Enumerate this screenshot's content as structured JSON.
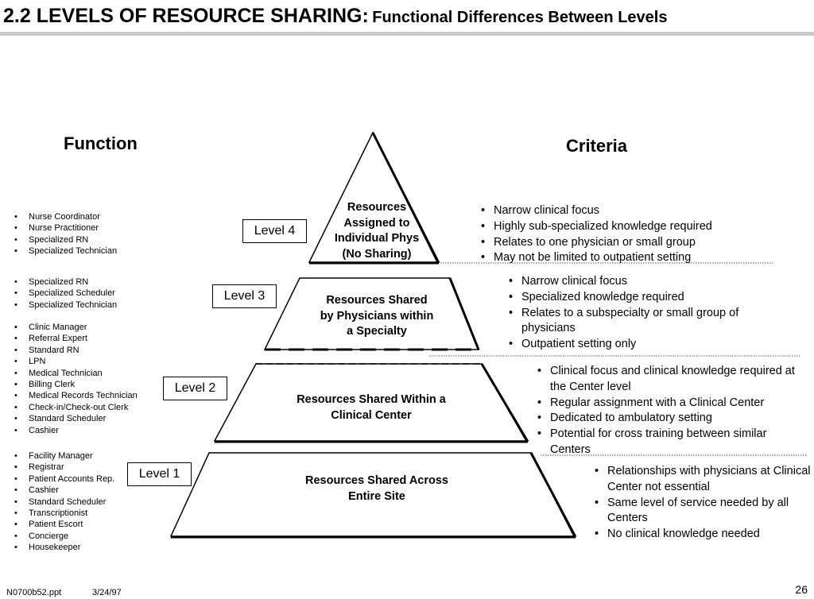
{
  "title": {
    "main": "2.2 LEVELS OF RESOURCE SHARING:",
    "sub": "Functional Differences Between Levels"
  },
  "headings": {
    "function": "Function",
    "criteria": "Criteria"
  },
  "levels": {
    "level_4": "Level 4",
    "level_3": "Level 3",
    "level_2": "Level 2",
    "level_1": "Level 1"
  },
  "pyramid": {
    "tier_4": [
      "Resources",
      "Assigned to",
      "Individual Phys",
      "(No Sharing)"
    ],
    "tier_3": [
      "Resources Shared",
      "by Physicians within",
      "a Specialty"
    ],
    "tier_2": [
      "Resources Shared Within a",
      "Clinical Center"
    ],
    "tier_1": [
      "Resources Shared Across",
      "Entire Site"
    ]
  },
  "functions": {
    "group_1": [
      "Nurse Coordinator",
      "Nurse Practitioner",
      "Specialized RN",
      "Specialized Technician"
    ],
    "group_2": [
      "Specialized RN",
      "Specialized Scheduler",
      "Specialized Technician"
    ],
    "group_3": [
      "Clinic Manager",
      "Referral Expert",
      "Standard RN",
      "LPN",
      "Medical Technician",
      "Billing Clerk",
      "Medical Records Technician",
      "Check-in/Check-out Clerk",
      "Standard Scheduler",
      "Cashier"
    ],
    "group_4": [
      "Facility Manager",
      "Registrar",
      "Patient Accounts Rep.",
      "Cashier",
      "Standard Scheduler",
      "Transcriptionist",
      "Patient Escort",
      "Concierge",
      "Housekeeper"
    ]
  },
  "criteria": {
    "level_4": [
      "Narrow clinical focus",
      "Highly sub-specialized knowledge required",
      "Relates to one physician or small group",
      "May not be limited to outpatient setting"
    ],
    "level_3": [
      "Narrow clinical focus",
      "Specialized knowledge required",
      "Relates to a subspecialty or small group of physicians",
      "Outpatient setting only"
    ],
    "level_2": [
      "Clinical focus and clinical knowledge required at the Center level",
      "Regular assignment with a Clinical Center",
      "Dedicated to ambulatory setting",
      "Potential for cross training between similar Centers"
    ],
    "level_1": [
      "Relationships with physicians at Clinical Center not essential",
      "Same level of service needed by all Centers",
      "No clinical knowledge needed"
    ]
  },
  "footer": {
    "file": "N0700b52.ppt",
    "date": "3/24/97",
    "page": "26"
  }
}
